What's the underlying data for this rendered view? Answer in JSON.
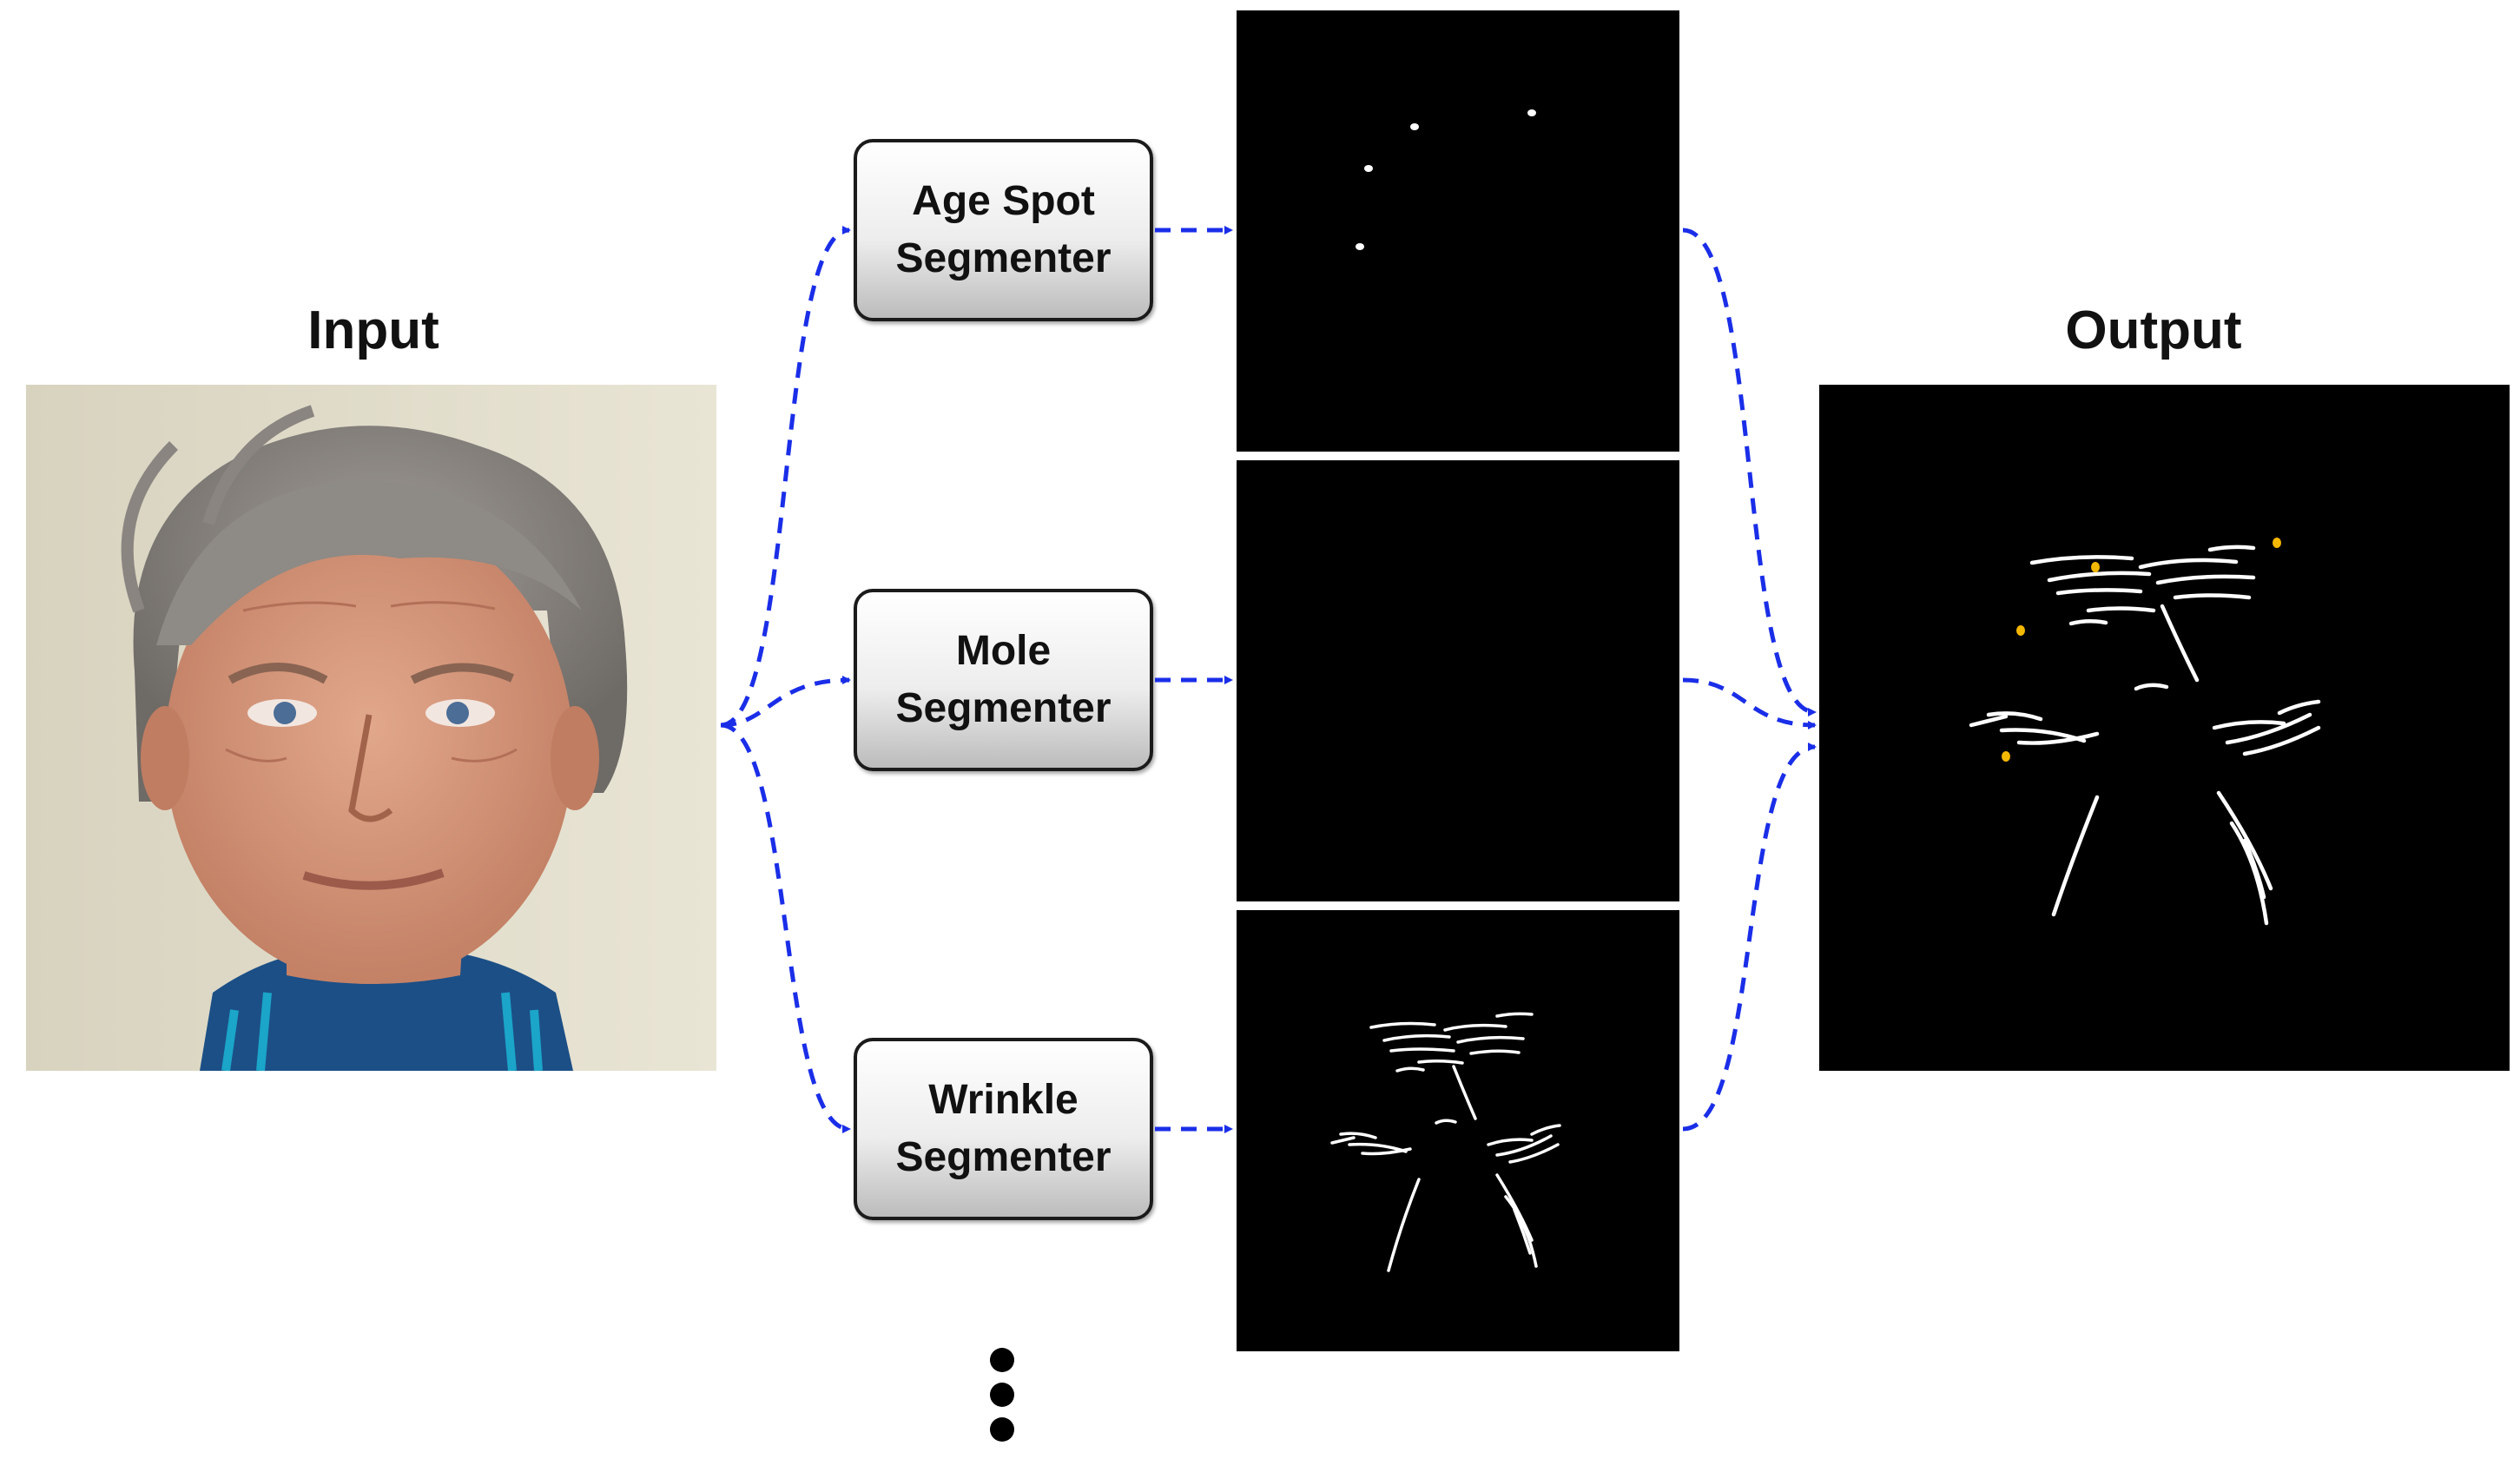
{
  "input_heading": "Input",
  "output_heading": "Output",
  "segmenters": [
    {
      "line1": "Age Spot",
      "line2": "Segmenter"
    },
    {
      "line1": "Mole",
      "line2": "Segmenter"
    },
    {
      "line1": "Wrinkle",
      "line2": "Segmenter"
    }
  ],
  "continuation": "more segmenters (vertical ellipsis)",
  "colors": {
    "arrow": "#1a2ee8",
    "mask_background": "#000000",
    "mask_foreground": "#ffffff",
    "age_spot_highlight": "#f5b800"
  }
}
